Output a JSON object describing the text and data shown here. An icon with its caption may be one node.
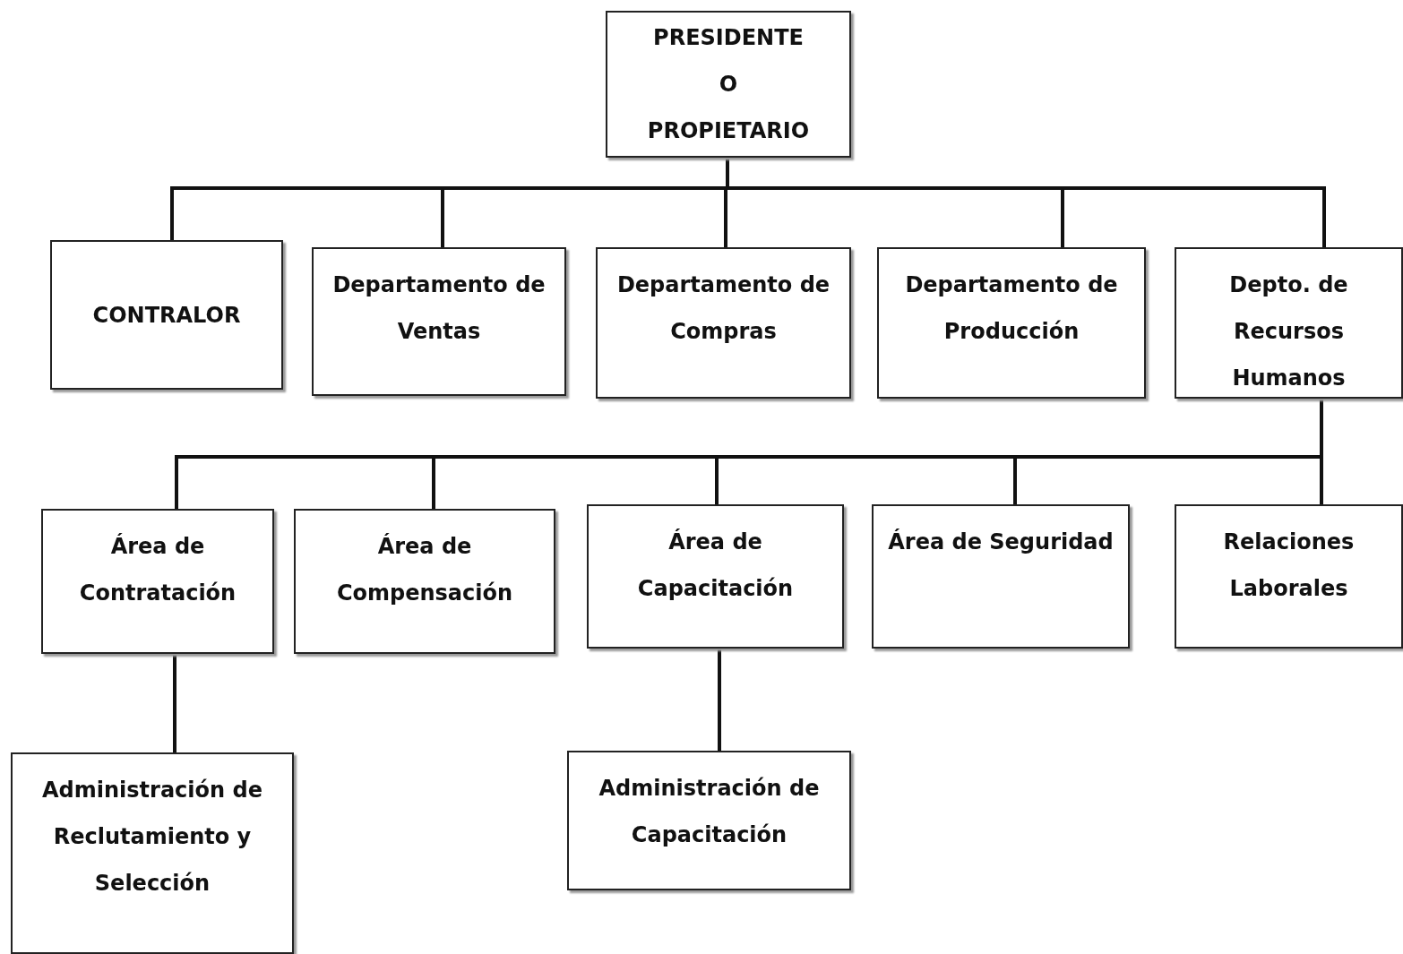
{
  "diagram": {
    "nodes": [
      {
        "text": [
          "PRESIDENTE O PROPIETARIO"
        ]
      },
      {
        "text": [
          "CONTRALOR"
        ]
      },
      {
        "text": [
          "Departamento de Ventas"
        ]
      },
      {
        "text": [
          "Departamento de Compras"
        ]
      },
      {
        "text": [
          "Departamento de Producción"
        ]
      },
      {
        "text": [
          "Depto. de Recursos Humanos"
        ]
      },
      {
        "text": [
          "Área de Contratación"
        ]
      },
      {
        "text": [
          "Área de Compensación"
        ]
      },
      {
        "text": [
          "Área de Capacitación"
        ]
      },
      {
        "text": [
          "Área de Seguridad"
        ]
      },
      {
        "text": [
          "Relaciones Laborales"
        ]
      },
      {
        "text": [
          "Administración de Reclutamiento y Selección"
        ]
      },
      {
        "text": [
          "Administración de Capacitación"
        ]
      }
    ],
    "edges": [
      {
        "from": 0,
        "to": 1,
        "arrow": "none"
      },
      {
        "from": 0,
        "to": 2,
        "arrow": "none"
      },
      {
        "from": 0,
        "to": 3,
        "arrow": "none"
      },
      {
        "from": 0,
        "to": 4,
        "arrow": "none"
      },
      {
        "from": 0,
        "to": 5,
        "arrow": "none"
      },
      {
        "from": 5,
        "to": 6,
        "arrow": "none"
      },
      {
        "from": 5,
        "to": 7,
        "arrow": "none"
      },
      {
        "from": 5,
        "to": 8,
        "arrow": "none"
      },
      {
        "from": 5,
        "to": 9,
        "arrow": "none"
      },
      {
        "from": 5,
        "to": 10,
        "arrow": "none"
      },
      {
        "from": 6,
        "to": 11,
        "arrow": "none"
      },
      {
        "from": 8,
        "to": 12,
        "arrow": "none"
      }
    ]
  }
}
